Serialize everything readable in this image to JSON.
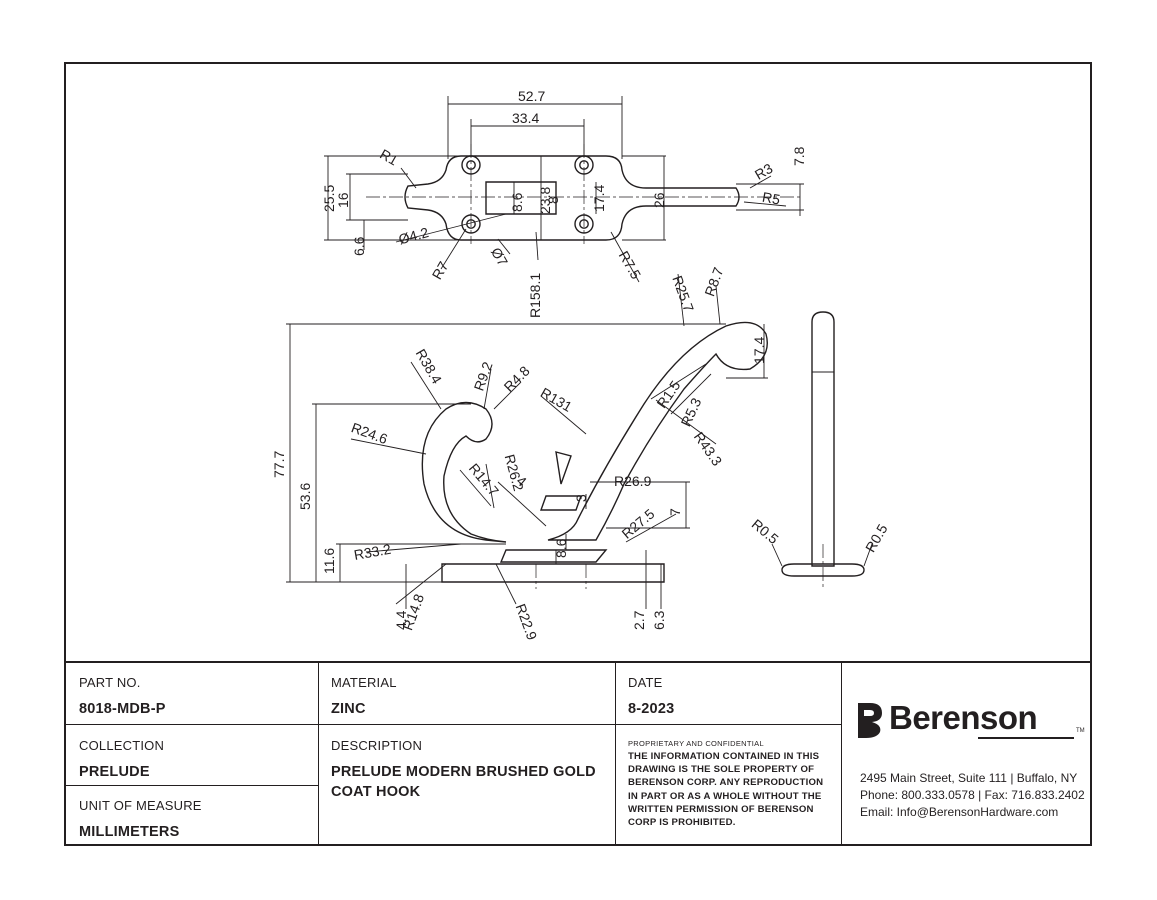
{
  "drawing": {
    "top_view_dims": [
      "52.7",
      "33.4",
      "R1",
      "25.5",
      "16",
      "6.6",
      "Ø4.2",
      "R7",
      "Ø7",
      "8.6",
      "23.8",
      "8",
      "17.4",
      "26",
      "R158.1",
      "R7.5",
      "R3",
      "R5",
      "7.8"
    ],
    "front_view_dims": [
      "R25.7",
      "R8.7",
      "17.4",
      "R1.5",
      "R5.3",
      "R43.3",
      "R131",
      "R38.4",
      "R9.2",
      "R4.8",
      "R24.6",
      "R14.7",
      "R26.2",
      "4",
      "R26.9",
      "3",
      "7",
      "R27.5",
      "77.7",
      "53.6",
      "11.6",
      "R33.2",
      "8.6",
      "4.4",
      "R14.8",
      "R22.9",
      "2.7",
      "6.3"
    ],
    "side_view_dims": [
      "R0.5",
      "R0.5"
    ]
  },
  "title_block": {
    "part_no": {
      "label": "PART NO.",
      "value": "8018-MDB-P"
    },
    "material": {
      "label": "MATERIAL",
      "value": "ZINC"
    },
    "date": {
      "label": "DATE",
      "value": "8-2023"
    },
    "collection": {
      "label": "COLLECTION",
      "value": "PRELUDE"
    },
    "unit": {
      "label": "UNIT OF MEASURE",
      "value": "MILLIMETERS"
    },
    "description": {
      "label": "DESCRIPTION",
      "value_line1": "PRELUDE MODERN BRUSHED GOLD",
      "value_line2": "COAT HOOK"
    },
    "confidential": {
      "label": "PROPRIETARY AND CONFIDENTIAL",
      "lines": [
        "THE INFORMATION CONTAINED IN THIS",
        "DRAWING IS THE SOLE PROPERTY OF",
        "BERENSON CORP. ANY REPRODUCTION",
        "IN PART OR AS A WHOLE WITHOUT THE",
        "WRITTEN PERMISSION OF BERENSON",
        "CORP IS PROHIBITED."
      ]
    },
    "company": {
      "name": "Berenson",
      "trademark": "TM",
      "address": "2495 Main Street, Suite 111 | Buffalo, NY",
      "phone": "Phone: 800.333.0578 | Fax: 716.833.2402",
      "email": "Email: Info@BerensonHardware.com"
    }
  },
  "icons": {
    "logo": "berenson-logo-icon"
  }
}
